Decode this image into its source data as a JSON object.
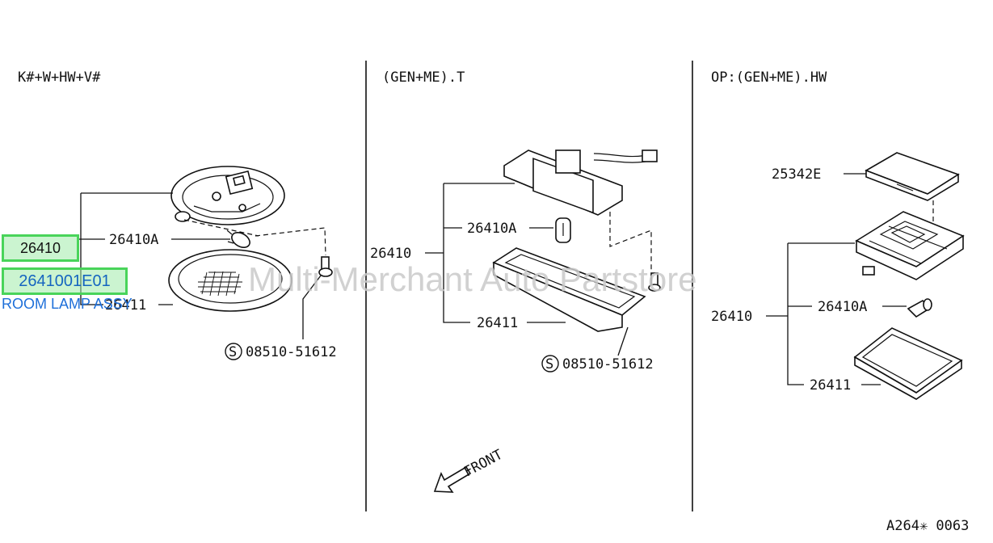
{
  "sections": [
    {
      "header": "K#+W+HW+V#",
      "labels": {
        "p26410A": "26410A",
        "p26411": "26411",
        "bolt": "08510-51612"
      }
    },
    {
      "header": "(GEN+ME).T",
      "labels": {
        "p26410A": "26410A",
        "p26410": "26410",
        "p26411": "26411",
        "bolt": "08510-51612"
      }
    },
    {
      "header": "OP:(GEN+ME).HW",
      "labels": {
        "p25342E": "25342E",
        "p26410": "26410",
        "p26410A": "26410A",
        "p26411": "26411"
      }
    }
  ],
  "bolt_marker": "S",
  "front_label": "FRONT",
  "diagram_code": "A264✳ 0063",
  "watermark": "Multi-Merchant Auto Partstore",
  "hotspots": {
    "part_26410": "26410",
    "part_number": "2641001E01",
    "part_name": "ROOM LAMP ASSY"
  }
}
